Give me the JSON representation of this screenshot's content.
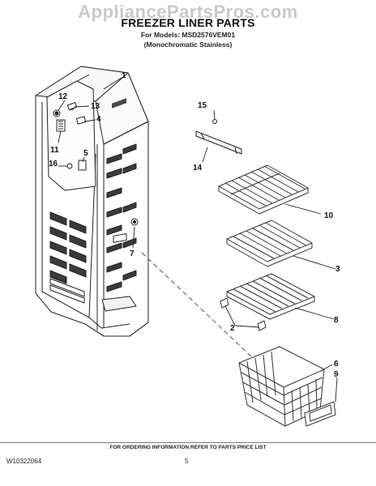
{
  "header": {
    "watermark": "AppliancePartsPros.com",
    "title": "FREEZER LINER PARTS",
    "models": "For Models: MSD2576VEM01",
    "variant": "(Monochromatic Stainless)"
  },
  "callouts": {
    "c1": "1",
    "c2": "2",
    "c3": "3",
    "c4": "4",
    "c5": "5",
    "c6": "6",
    "c7": "7",
    "c8": "8",
    "c9": "9",
    "c10": "10",
    "c11": "11",
    "c12": "12",
    "c13": "13",
    "c14": "14",
    "c15": "15",
    "c16": "16"
  },
  "footer": {
    "note": "FOR ORDERING INFORMATION REFER TO PARTS PRICE LIST",
    "doc_number": "W10322064",
    "page": "5"
  }
}
